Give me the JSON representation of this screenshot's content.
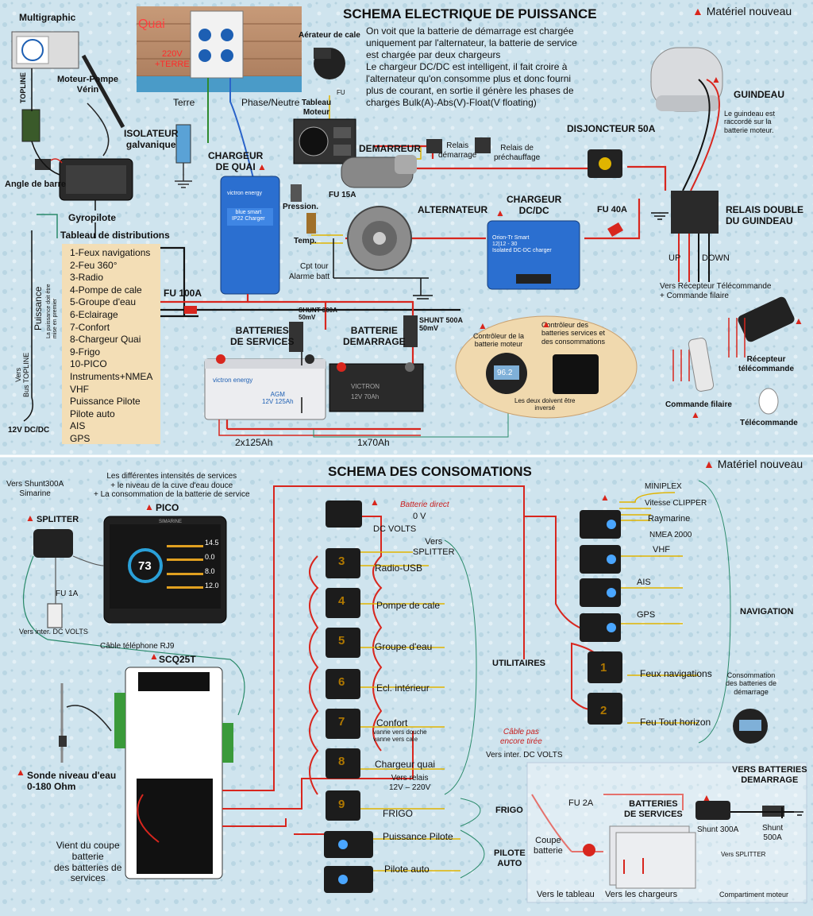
{
  "top": {
    "title": "SCHEMA ELECTRIQUE DE PUISSANCE",
    "new_material": "Matériel nouveau",
    "intro": "On voit que la batterie de démarrage est chargée\nuniquement par l'alternateur, la batterie de service\nest chargée par deux chargeurs\nLe chargeur DC/DC est intelligent, il fait croire à\nl'alternateur qu'on consomme plus et donc fourni\nplus de courant, en sortie il génère les phases de\ncharges Bulk(A)-Abs(V)-Float(V floating)",
    "quai": "Quai",
    "quai_220v": "220V\n+TERRE",
    "terre": "Terre",
    "phase_neutre": "Phase/Neutre",
    "multigraphic": "Multigraphic",
    "topline": "TOPLINE",
    "moteur_pompe": "Moteur-Pompe\nVérin",
    "angle_barre": "Angle de barre",
    "gyropilote": "Gyropilote",
    "isolateur": "ISOLATEUR\ngalvanique",
    "chargeur_quai": "CHARGEUR\nDE QUAI",
    "aerateur": "Aérateur de cale",
    "fu": "FU",
    "tableau_moteur": "Tableau\nMoteur",
    "demarreur": "DEMARREUR",
    "relais_demarrage": "Relais\ndémarrage",
    "relais_prechauffage": "Relais de\npréchauffage",
    "disjoncteur": "DISJONCTEUR 50A",
    "guindeau": "GUINDEAU",
    "guindeau_note": "Le guindeau est\nraccordé sur la\nbatterie moteur.",
    "fu15a": "FU 15A",
    "pression": "Pression.",
    "temp": "Temp.",
    "alternateur": "ALTERNATEUR",
    "chargeur_dcdc": "CHARGEUR\nDC/DC",
    "fu40a": "FU 40A",
    "relais_double": "RELAIS DOUBLE\nDU GUINDEAU",
    "up": "UP",
    "down": "DOWN",
    "vers_recepteur": "Vers Récepteur Télécommande\n+ Commande filaire",
    "recepteur": "Récepteur\ntélécommande",
    "commande_filaire": "Commande filaire",
    "telecommande": "Télécommande",
    "cpt_tour": "Cpt tour",
    "alarme_batt": "Alarme batt",
    "tableau_distrib": "Tableau de distributions",
    "distrib_items": [
      "1-Feux navigations",
      "2-Feu 360°",
      "3-Radio",
      "4-Pompe de cale",
      "5-Groupe d'eau",
      "6-Eclairage",
      "7-Confort",
      "8-Chargeur Quai",
      "9-Frigo",
      "10-PICO",
      "Instruments+NMEA",
      "VHF",
      "Puissance Pilote",
      "Pilote auto",
      "AIS",
      "GPS"
    ],
    "puissance": "Puissance",
    "puissance_note": "La puissance doit être\nmise en premier",
    "vers_bus": "Vers\nBus TOPLINE",
    "v12dcdc": "12V DC/DC",
    "fu100a": "FU 100A",
    "shunt300": "SHUNT 300A\n50mV",
    "shunt500": "SHUNT 500A\n50mV",
    "batt_services": "BATTERIES\nDE SERVICES",
    "batt_demarrage": "BATTERIE\nDEMARRAGE",
    "ctrl_moteur": "Contrôleur de la\nbatterie moteur",
    "ctrl_services": "Contrôleur des\nbatteries services et\ndes consommations",
    "ctrl_note": "Les deux doivent être\ninversé",
    "ctrl_display": "96.2",
    "cap_services": "2x125Ah",
    "cap_demarrage": "1x70Ah",
    "charger_brand": "victron energy",
    "charger_label": "blue smart\nIP22 Charger",
    "orion_label": "Orion-Tr Smart\n12|12 - 30\nIsolated DC-DC charger",
    "batt1_brand": "victron energy",
    "batt1_type": "AGM\n12V 125Ah",
    "batt2_brand": "VICTRON",
    "batt2_type": "12V 70Ah"
  },
  "bottom": {
    "title": "SCHEMA DES CONSOMATIONS",
    "new_material": "Matériel nouveau",
    "vers_shunt": "Vers Shunt300A\nSimarine",
    "splitter": "SPLITTER",
    "pico_note": "Les différentes intensités de services\n+ le niveau de la cuve d'eau douce\n+ La consommation de la batterie de service",
    "pico": "PICO",
    "pico_brand": "SIMARINE",
    "pico_value": "73",
    "pico_stats": [
      "14.5",
      "0.0",
      "8.0",
      "12.0"
    ],
    "fu1a": "FU 1A",
    "vers_inter_dc": "Vers inter. DC VOLTS",
    "cable_rj9": "Câble téléphone RJ9",
    "scq25t": "SCQ25T",
    "sonde": "Sonde niveau d'eau\n0-180 Ohm",
    "vient_du": "Vient du coupe\nbatterie\ndes batteries de\nservices",
    "batterie_direct": "Batterie direct",
    "zero_v": "0 V",
    "dc_volts": "DC VOLTS",
    "vers_splitter": "Vers\nSPLITTER",
    "switch_nums": [
      "3",
      "4",
      "5",
      "6",
      "7",
      "8",
      "9"
    ],
    "switches": [
      "Radio-USB",
      "Pompe de cale",
      "Groupe d'eau",
      "Ecl. intérieur",
      "Confort",
      "Chargeur quai",
      "FRIGO"
    ],
    "confort_sub": "vanne vers douche\nvanne vers cale",
    "vers_relais": "Vers relais\n12V – 220V",
    "puissance_pilote": "Puissance Pilote",
    "pilote_auto": "Pilote auto",
    "utilitaires": "UTILITAIRES",
    "frigo": "FRIGO",
    "pilote_group": "PILOTE\nAUTO",
    "nav_items": [
      "MINIPLEX",
      "Vitesse CLIPPER",
      "Raymarine",
      "NMEA 2000"
    ],
    "vhf": "VHF",
    "ais": "AIS",
    "gps": "GPS",
    "navigation": "NAVIGATION",
    "nav_switch_nums": [
      "1",
      "2"
    ],
    "feux_nav": "Feux navigations",
    "feu_tout": "Feu Tout horizon",
    "conso_demarrage": "Consommation\ndes batteries de\ndémarrage",
    "cable_pas": "Câble pas\nencore tirée",
    "vers_inter_dc2": "Vers inter. DC VOLTS",
    "vers_batt_dem": "VERS BATTERIES\nDEMARRAGE",
    "fu2a": "FU 2A",
    "batt_services": "BATTERIES\nDE SERVICES",
    "coupe_batterie": "Coupe\nbatterie",
    "shunt300": "Shunt 300A",
    "shunt500": "Shunt\n500A",
    "vers_splitter2": "Vers SPLITTER",
    "vers_tableau": "Vers le tableau",
    "vers_chargeurs": "Vers les chargeurs",
    "compartiment": "Compartiment moteur"
  }
}
